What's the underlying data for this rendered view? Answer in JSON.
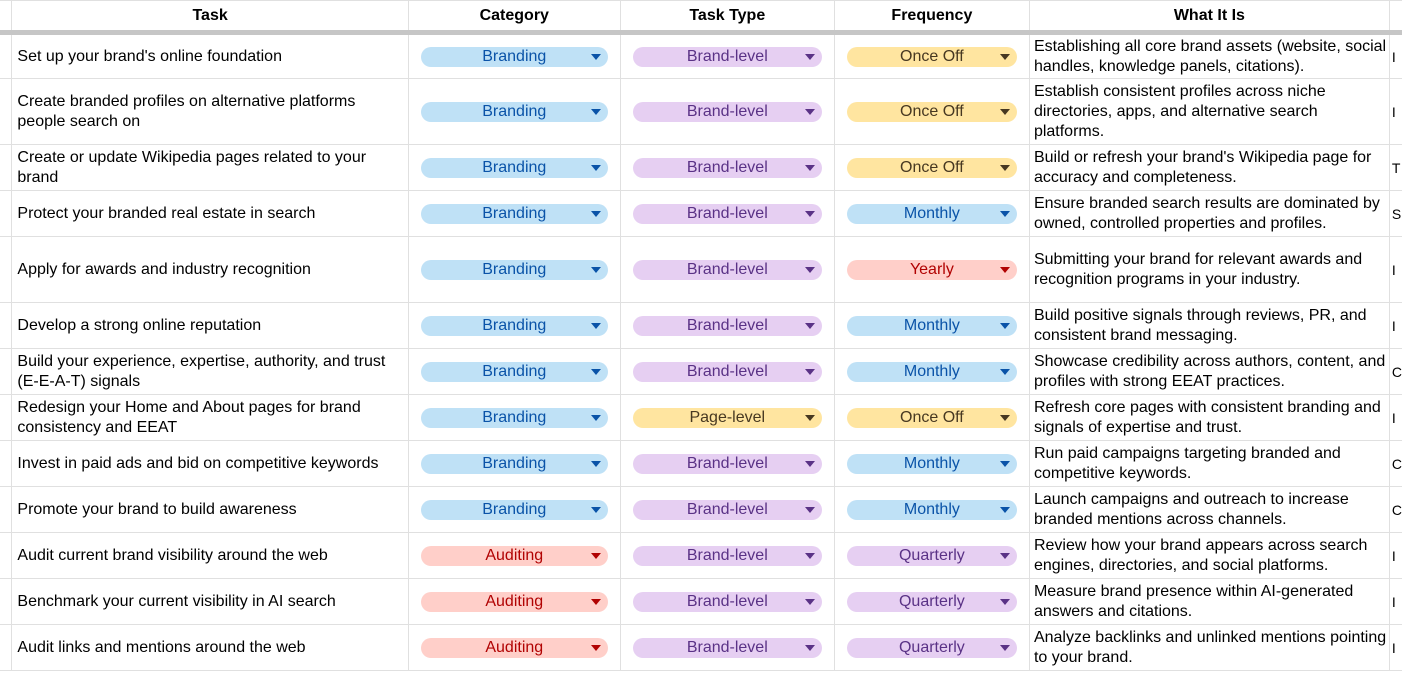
{
  "headers": [
    "Task",
    "Category",
    "Task Type",
    "Frequency",
    "What It Is"
  ],
  "tag_colors": {
    "Branding": "#bfe1f6",
    "Auditing": "#ffcfc9",
    "Brand-level": "#e6cff2",
    "Page-level": "#ffe5a0",
    "Once Off": "#ffe5a0",
    "Monthly": "#bfe1f6",
    "Yearly": "#ffcfc9",
    "Quarterly": "#e6cff2"
  },
  "rows": [
    {
      "task": "Set up your brand's online foundation",
      "category": "Branding",
      "type": "Brand-level",
      "frequency": "Once Off",
      "what": "Establishing all core brand assets (website, social handles, knowledge panels, citations).",
      "next": "I"
    },
    {
      "task": "Create branded profiles on alternative platforms people search on",
      "category": "Branding",
      "type": "Brand-level",
      "frequency": "Once Off",
      "what": "Establish consistent profiles across niche directories, apps, and alternative search platforms.",
      "next": "I"
    },
    {
      "task": "Create or update Wikipedia pages related to your brand",
      "category": "Branding",
      "type": "Brand-level",
      "frequency": "Once Off",
      "what": "Build or refresh your brand's Wikipedia page for accuracy and completeness.",
      "next": "T"
    },
    {
      "task": "Protect your branded real estate in search",
      "category": "Branding",
      "type": "Brand-level",
      "frequency": "Monthly",
      "what": "Ensure branded search results are dominated by owned, controlled properties and profiles.",
      "next": "S"
    },
    {
      "task": "Apply for awards and industry recognition",
      "category": "Branding",
      "type": "Brand-level",
      "frequency": "Yearly",
      "what": "Submitting your brand for relevant awards and recognition programs in your industry.",
      "next": "I"
    },
    {
      "task": "Develop a strong online reputation",
      "category": "Branding",
      "type": "Brand-level",
      "frequency": "Monthly",
      "what": "Build positive signals through reviews, PR, and consistent brand messaging.",
      "next": "I"
    },
    {
      "task": "Build your experience, expertise, authority, and trust (E-E-A-T) signals",
      "category": "Branding",
      "type": "Brand-level",
      "frequency": "Monthly",
      "what": "Showcase credibility across authors, content, and profiles with strong EEAT practices.",
      "next": "C"
    },
    {
      "task": "Redesign your Home and About pages for brand consistency and EEAT",
      "category": "Branding",
      "type": "Page-level",
      "frequency": "Once Off",
      "what": "Refresh core pages with consistent branding and signals of expertise and trust.",
      "next": "I"
    },
    {
      "task": "Invest in paid ads and bid on competitive keywords",
      "category": "Branding",
      "type": "Brand-level",
      "frequency": "Monthly",
      "what": "Run paid campaigns targeting branded and competitive keywords.",
      "next": "C"
    },
    {
      "task": "Promote your brand to build awareness",
      "category": "Branding",
      "type": "Brand-level",
      "frequency": "Monthly",
      "what": "Launch campaigns and outreach to increase branded mentions across channels.",
      "next": "C"
    },
    {
      "task": "Audit current brand visibility around the web",
      "category": "Auditing",
      "type": "Brand-level",
      "frequency": "Quarterly",
      "what": "Review how your brand appears across search engines, directories, and social platforms.",
      "next": "I"
    },
    {
      "task": "Benchmark your current visibility in AI search",
      "category": "Auditing",
      "type": "Brand-level",
      "frequency": "Quarterly",
      "what": "Measure brand presence within AI-generated answers and citations.",
      "next": "I"
    },
    {
      "task": "Audit links and mentions around the web",
      "category": "Auditing",
      "type": "Brand-level",
      "frequency": "Quarterly",
      "what": "Analyze backlinks and unlinked mentions pointing to your brand.",
      "next": "I"
    }
  ]
}
